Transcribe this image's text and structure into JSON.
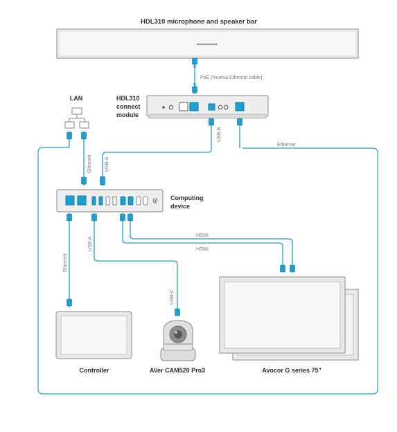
{
  "devices": {
    "speaker_bar": "HDL310 microphone and speaker bar",
    "lan": "LAN",
    "connect_module": [
      "HDL310",
      "connect",
      "module"
    ],
    "computing_device": [
      "Computing",
      "device"
    ],
    "controller": "Controller",
    "camera": "AVer CAM520 Pro3",
    "display": "Avocor G series 75\""
  },
  "cables": {
    "poe": "PoE (Nureva Ethernet cable)",
    "usb_b": "USB-B",
    "ethernet_module": "Ethernet",
    "ethernet_lan": "Ethernet",
    "usb_a_module": "USB-A",
    "usb_a_camera": "USB-A",
    "ethernet_controller": "Ethernet",
    "usb_c": "USB-C",
    "hdmi_1": "HDMI",
    "hdmi_2": "HDMI"
  },
  "colors": {
    "cable": "#1d9fcf",
    "device_fill": "#eeeeee",
    "device_stroke": "#8a8a8a",
    "frame": "#1d9fcf"
  }
}
